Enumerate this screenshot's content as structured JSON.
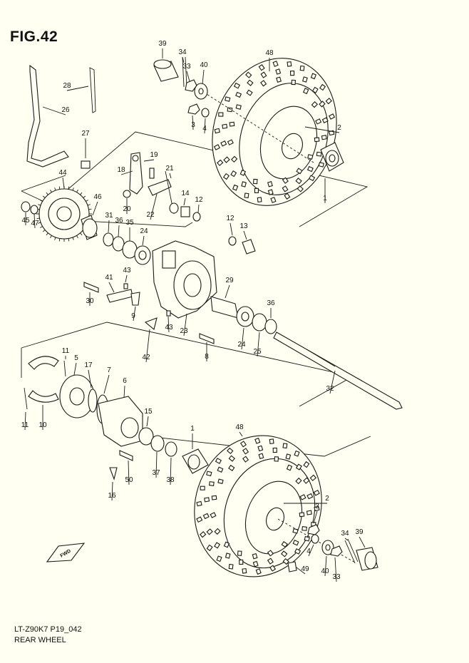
{
  "figure": {
    "title": "FIG.42",
    "code": "LT-Z90K7 P19_042",
    "name": "REAR WHEEL",
    "direction_badge": "FWD"
  },
  "callouts": [
    {
      "id": "39a",
      "label": "39"
    },
    {
      "id": "34a",
      "label": "34"
    },
    {
      "id": "33a",
      "label": "33"
    },
    {
      "id": "40a",
      "label": "40"
    },
    {
      "id": "48a",
      "label": "48"
    },
    {
      "id": "3a",
      "label": "3"
    },
    {
      "id": "4a",
      "label": "4"
    },
    {
      "id": "2a",
      "label": "2"
    },
    {
      "id": "1a",
      "label": "1"
    },
    {
      "id": "28",
      "label": "28"
    },
    {
      "id": "26",
      "label": "26"
    },
    {
      "id": "27",
      "label": "27"
    },
    {
      "id": "19",
      "label": "19"
    },
    {
      "id": "18",
      "label": "18"
    },
    {
      "id": "21",
      "label": "21"
    },
    {
      "id": "14",
      "label": "14"
    },
    {
      "id": "12a",
      "label": "12"
    },
    {
      "id": "22",
      "label": "22"
    },
    {
      "id": "20",
      "label": "20"
    },
    {
      "id": "44",
      "label": "44"
    },
    {
      "id": "46",
      "label": "46"
    },
    {
      "id": "45",
      "label": "45"
    },
    {
      "id": "47",
      "label": "47"
    },
    {
      "id": "31",
      "label": "31"
    },
    {
      "id": "36a",
      "label": "36"
    },
    {
      "id": "35",
      "label": "35"
    },
    {
      "id": "24a",
      "label": "24"
    },
    {
      "id": "12b",
      "label": "12"
    },
    {
      "id": "13",
      "label": "13"
    },
    {
      "id": "43a",
      "label": "43"
    },
    {
      "id": "41",
      "label": "41"
    },
    {
      "id": "30",
      "label": "30"
    },
    {
      "id": "9",
      "label": "9"
    },
    {
      "id": "43b",
      "label": "43"
    },
    {
      "id": "23",
      "label": "23"
    },
    {
      "id": "29",
      "label": "29"
    },
    {
      "id": "36b",
      "label": "36"
    },
    {
      "id": "24b",
      "label": "24"
    },
    {
      "id": "25",
      "label": "25"
    },
    {
      "id": "8",
      "label": "8"
    },
    {
      "id": "42",
      "label": "42"
    },
    {
      "id": "32",
      "label": "32"
    },
    {
      "id": "11a",
      "label": "11"
    },
    {
      "id": "5",
      "label": "5"
    },
    {
      "id": "17",
      "label": "17"
    },
    {
      "id": "7",
      "label": "7"
    },
    {
      "id": "6",
      "label": "6"
    },
    {
      "id": "11b",
      "label": "11"
    },
    {
      "id": "10",
      "label": "10"
    },
    {
      "id": "15",
      "label": "15"
    },
    {
      "id": "1b",
      "label": "1"
    },
    {
      "id": "48b",
      "label": "48"
    },
    {
      "id": "2b",
      "label": "2"
    },
    {
      "id": "3b",
      "label": "3"
    },
    {
      "id": "4b",
      "label": "4"
    },
    {
      "id": "34b",
      "label": "34"
    },
    {
      "id": "39b",
      "label": "39"
    },
    {
      "id": "40b",
      "label": "40"
    },
    {
      "id": "33b",
      "label": "33"
    },
    {
      "id": "49",
      "label": "49"
    },
    {
      "id": "50",
      "label": "50"
    },
    {
      "id": "16",
      "label": "16"
    },
    {
      "id": "37",
      "label": "37"
    },
    {
      "id": "38",
      "label": "38"
    }
  ],
  "colors": {
    "background": "#fffff2",
    "ink": "#1a1a1a"
  }
}
